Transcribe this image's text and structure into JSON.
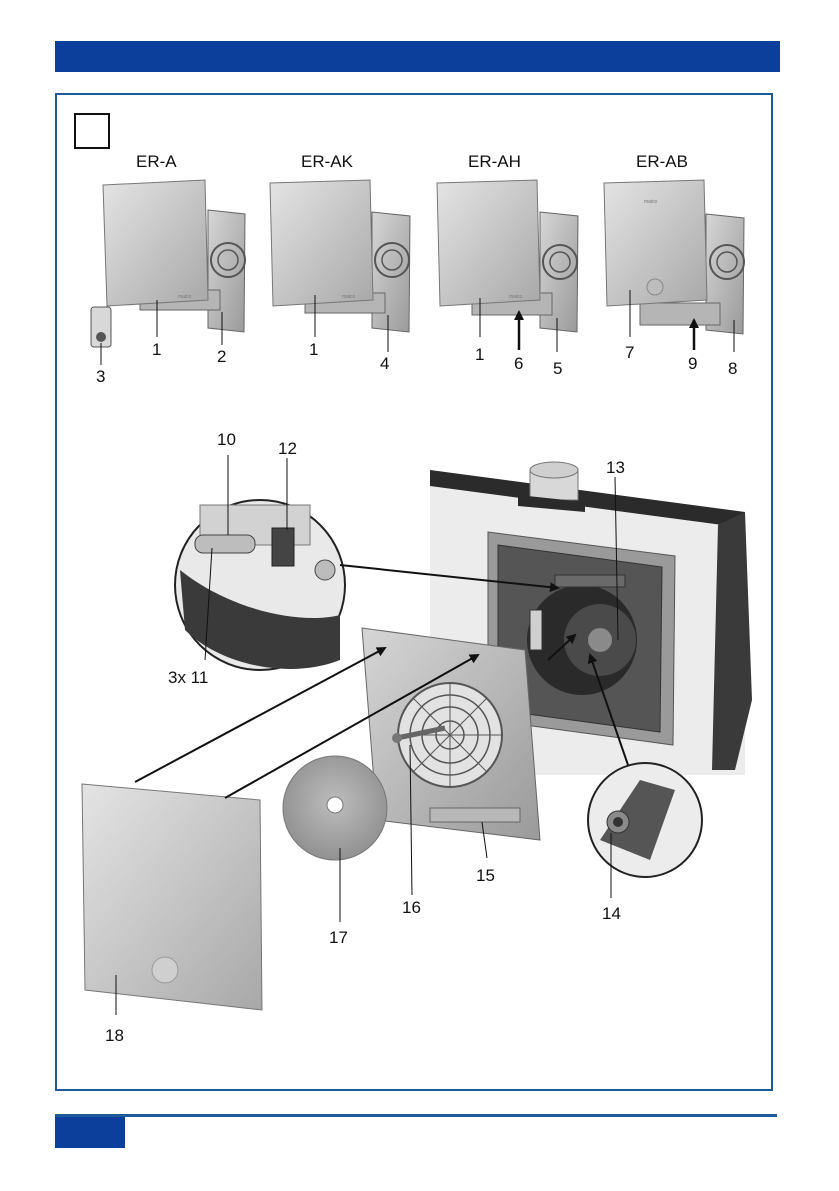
{
  "colors": {
    "header": "#0c3f9b",
    "frame": "#1f5a9a",
    "panel": "#c6c6c6",
    "dark": "#2a2a2a"
  },
  "figure_label": "",
  "models": [
    "ER-A",
    "ER-AK",
    "ER-AH",
    "ER-AB"
  ],
  "brand_text": "maico",
  "callouts": {
    "c1a": "1",
    "c2": "2",
    "c3": "3",
    "c1b": "1",
    "c4": "4",
    "c1c": "1",
    "c6": "6",
    "c5": "5",
    "c7": "7",
    "c9": "9",
    "c8": "8",
    "c10": "10",
    "c12": "12",
    "c13": "13",
    "c11": "3x 11",
    "c14": "14",
    "c15": "15",
    "c16": "16",
    "c17": "17",
    "c18": "18"
  }
}
